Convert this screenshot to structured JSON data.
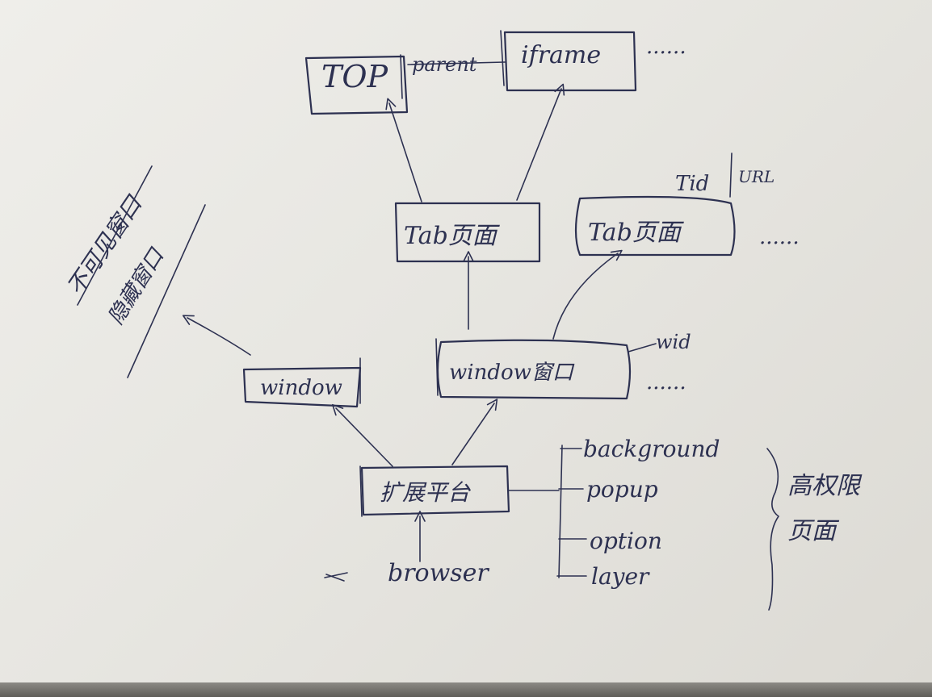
{
  "diagram": {
    "nodes": {
      "top": "TOP",
      "parent": "parent",
      "iframe": "iframe",
      "tab_page_1": "Tab页面",
      "tab_page_2": "Tab页面",
      "tid": "Tid",
      "url": "URL",
      "window_1": "window",
      "window_2": "window窗口",
      "wid": "wid",
      "extension_platform": "扩展平台",
      "browser": "browser",
      "background": "background",
      "popup": "popup",
      "option": "option",
      "layer": "layer",
      "high_privilege": "高权限",
      "page": "页面",
      "invisible_window_1": "不可见窗口",
      "invisible_window_2": "隐藏窗口"
    },
    "ellipsis": "......"
  }
}
